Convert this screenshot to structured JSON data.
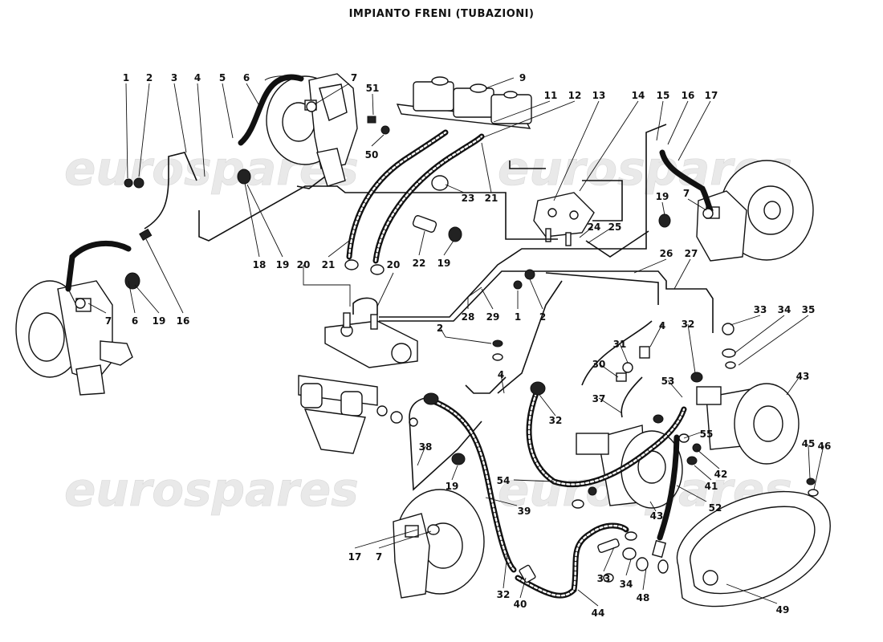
{
  "title": "IMPIANTO FRENI (TUBAZIONI)",
  "watermark": "eurospares",
  "callouts": [
    {
      "id": "c1",
      "label": "1"
    },
    {
      "id": "c2",
      "label": "2"
    },
    {
      "id": "c3",
      "label": "3"
    },
    {
      "id": "c4",
      "label": "4"
    },
    {
      "id": "c5",
      "label": "5"
    },
    {
      "id": "c6",
      "label": "6"
    },
    {
      "id": "c7",
      "label": "7"
    },
    {
      "id": "c9",
      "label": "9"
    },
    {
      "id": "c11",
      "label": "11"
    },
    {
      "id": "c12",
      "label": "12"
    },
    {
      "id": "c13",
      "label": "13"
    },
    {
      "id": "c14",
      "label": "14"
    },
    {
      "id": "c15",
      "label": "15"
    },
    {
      "id": "c16",
      "label": "16"
    },
    {
      "id": "c17",
      "label": "17"
    },
    {
      "id": "c51",
      "label": "51"
    },
    {
      "id": "c50",
      "label": "50"
    },
    {
      "id": "c23",
      "label": "23"
    },
    {
      "id": "c21a",
      "label": "21"
    },
    {
      "id": "c19a",
      "label": "19"
    },
    {
      "id": "c7b",
      "label": "7"
    },
    {
      "id": "c24",
      "label": "24"
    },
    {
      "id": "c25",
      "label": "25"
    },
    {
      "id": "c18",
      "label": "18"
    },
    {
      "id": "c19b",
      "label": "19"
    },
    {
      "id": "c21b",
      "label": "21"
    },
    {
      "id": "c22",
      "label": "22"
    },
    {
      "id": "c19c",
      "label": "19"
    },
    {
      "id": "c20a",
      "label": "20"
    },
    {
      "id": "c20b",
      "label": "20"
    },
    {
      "id": "c26",
      "label": "26"
    },
    {
      "id": "c27",
      "label": "27"
    },
    {
      "id": "c7c",
      "label": "7"
    },
    {
      "id": "c6b",
      "label": "6"
    },
    {
      "id": "c19d",
      "label": "19"
    },
    {
      "id": "c16b",
      "label": "16"
    },
    {
      "id": "c28",
      "label": "28"
    },
    {
      "id": "c29",
      "label": "29"
    },
    {
      "id": "c1b",
      "label": "1"
    },
    {
      "id": "c2b",
      "label": "2"
    },
    {
      "id": "c33",
      "label": "33"
    },
    {
      "id": "c34",
      "label": "34"
    },
    {
      "id": "c35",
      "label": "35"
    },
    {
      "id": "c2c",
      "label": "2"
    },
    {
      "id": "c4b",
      "label": "4"
    },
    {
      "id": "c32",
      "label": "32"
    },
    {
      "id": "c31",
      "label": "31"
    },
    {
      "id": "c30",
      "label": "30"
    },
    {
      "id": "c4c",
      "label": "4"
    },
    {
      "id": "c43",
      "label": "43"
    },
    {
      "id": "c53",
      "label": "53"
    },
    {
      "id": "c37",
      "label": "37"
    },
    {
      "id": "c32b",
      "label": "32"
    },
    {
      "id": "c38",
      "label": "38"
    },
    {
      "id": "c55",
      "label": "55"
    },
    {
      "id": "c19e",
      "label": "19"
    },
    {
      "id": "c42",
      "label": "42"
    },
    {
      "id": "c45",
      "label": "45"
    },
    {
      "id": "c46",
      "label": "46"
    },
    {
      "id": "c54",
      "label": "54"
    },
    {
      "id": "c41",
      "label": "41"
    },
    {
      "id": "c43b",
      "label": "43"
    },
    {
      "id": "c52",
      "label": "52"
    },
    {
      "id": "c39",
      "label": "39"
    },
    {
      "id": "c17b",
      "label": "17"
    },
    {
      "id": "c7d",
      "label": "7"
    },
    {
      "id": "c33b",
      "label": "33"
    },
    {
      "id": "c34b",
      "label": "34"
    },
    {
      "id": "c48",
      "label": "48"
    },
    {
      "id": "c49",
      "label": "49"
    },
    {
      "id": "c32c",
      "label": "32"
    },
    {
      "id": "c40",
      "label": "40"
    },
    {
      "id": "c44",
      "label": "44"
    }
  ]
}
